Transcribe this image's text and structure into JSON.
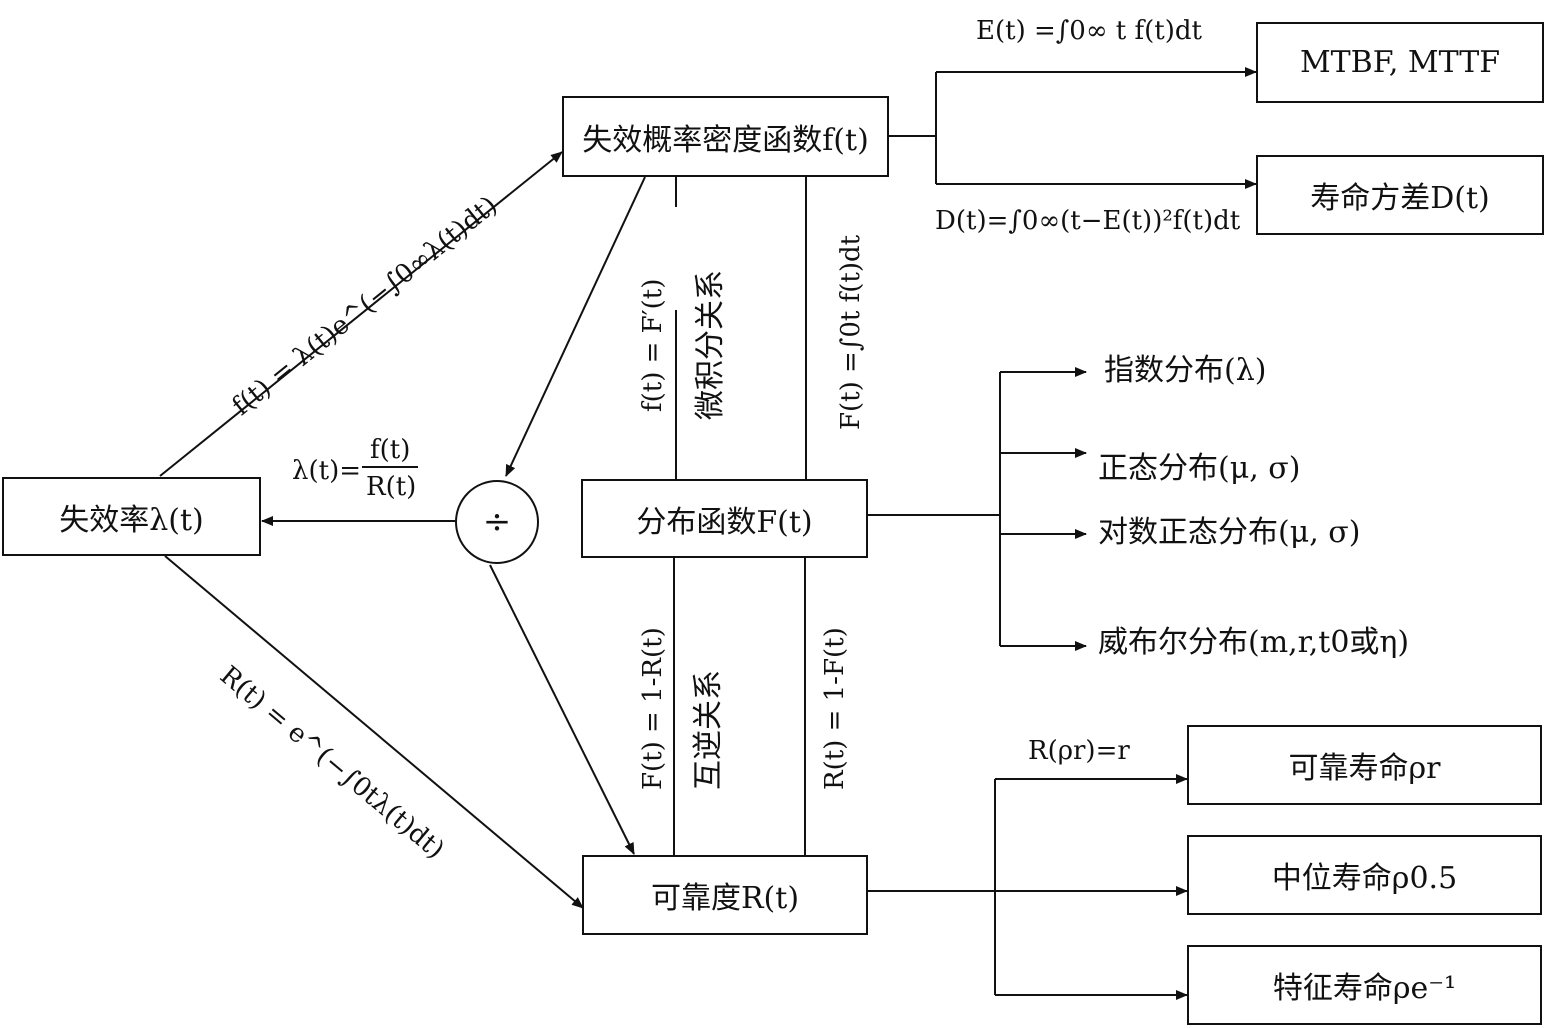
{
  "boxes": {
    "failure_rate": "失效率λ(t)",
    "pdf": "失效概率密度函数f(t)",
    "cdf": "分布函数F(t)",
    "reliability": "可靠度R(t)",
    "mtbf": "MTBF, MTTF",
    "variance": "寿命方差D(t)",
    "reliable_life": "可靠寿命ρr",
    "median_life": "中位寿命ρ0.5",
    "characteristic_life": "特征寿命ρe⁻¹"
  },
  "formulas": {
    "expectation": "E(t) =∫0∞ t f(t)dt",
    "variance": "D(t)=∫0∞(t−E(t))²f(t)dt",
    "f_from_lambda": "f(t) = λ(t)e^(−∫0∞λ(t)dt)",
    "lambda_ratio_num": "f(t)",
    "lambda_ratio_den": "R(t)",
    "lambda_ratio_lhs": "λ(t)=",
    "R_from_lambda": "R(t) = e^(−∫0tλ(t)dt)",
    "f_deriv": "f(t) = F′(t)",
    "F_integral": "F(t) =∫0t f(t)dt",
    "F_from_R": "F(t) = 1-R(t)",
    "R_from_F": "R(t) = 1-F(t)",
    "R_rho": "R(ρr)=r"
  },
  "relations": {
    "calculus": "微积分关系",
    "inverse": "互逆关系"
  },
  "operator": "÷",
  "distributions": [
    "指数分布(λ)",
    "正态分布(μ, σ)",
    "对数正态分布(μ, σ)",
    "威布尔分布(m,r,t0或η)"
  ]
}
